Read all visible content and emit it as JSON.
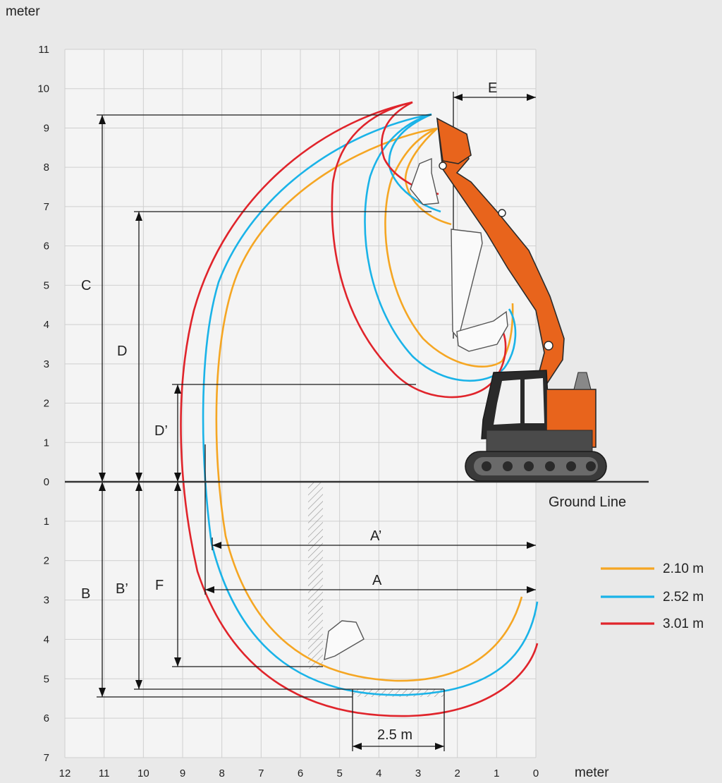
{
  "units": {
    "y_unit": "meter",
    "x_unit": "meter"
  },
  "ground_label": "Ground Line",
  "axes": {
    "x_ticks": [
      "12",
      "11",
      "10",
      "9",
      "8",
      "7",
      "6",
      "5",
      "4",
      "3",
      "2",
      "1",
      "0"
    ],
    "y_ticks_up": [
      "0",
      "1",
      "2",
      "3",
      "4",
      "5",
      "6",
      "7",
      "8",
      "9",
      "10",
      "11"
    ],
    "y_ticks_down": [
      "1",
      "2",
      "3",
      "4",
      "5",
      "6",
      "7"
    ]
  },
  "dimensions": {
    "A": {
      "label": "A",
      "reach_m": 8.4
    },
    "A_prime": {
      "label": "A’",
      "reach_m": 8.1
    },
    "B": {
      "label": "B",
      "depth_m": 5.45
    },
    "B_prime": {
      "label": "B’",
      "depth_m": 5.25
    },
    "C": {
      "label": "C",
      "height_m": 9.3
    },
    "D": {
      "label": "D",
      "height_m": 6.8
    },
    "D_prime": {
      "label": "D’",
      "height_m": 2.5
    },
    "E": {
      "label": "E",
      "radius_m": 2.1
    },
    "F": {
      "label": "F",
      "depth_m": 4.7
    },
    "flat": {
      "label": "2.5 m",
      "width_m": 2.5
    }
  },
  "legend": [
    {
      "label": "2.10 m",
      "color": "#f5a623"
    },
    {
      "label": "2.52 m",
      "color": "#1ab3e8"
    },
    {
      "label": "3.01 m",
      "color": "#e0242b"
    }
  ],
  "colors": {
    "machine_orange": "#e8641c",
    "machine_dark": "#2a2a2a",
    "grid": "#cfcfcf",
    "plot_bg": "#f4f4f4"
  }
}
